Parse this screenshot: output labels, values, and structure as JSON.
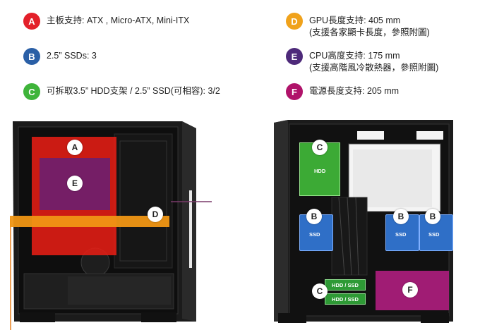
{
  "specs": [
    {
      "letter": "A",
      "color": "#e3202a",
      "lines": [
        "主板支持: ATX , Micro-ATX, Mini-ITX"
      ]
    },
    {
      "letter": "B",
      "color": "#2a5fa6",
      "lines": [
        "2.5” SSDs: 3"
      ]
    },
    {
      "letter": "C",
      "color": "#3fb43a",
      "lines": [
        "可拆取3.5” HDD支架 / 2.5” SSD(可相容): 3/2"
      ]
    },
    {
      "letter": "D",
      "color": "#f0a21b",
      "lines": [
        "GPU長度支持: 405 mm",
        "(支援各家顯卡長度，參照附圖)"
      ]
    },
    {
      "letter": "E",
      "color": "#4e2a7a",
      "lines": [
        "CPU高度支持: 175 mm",
        "(支援高階風冷散熱器，參照附圖)"
      ]
    },
    {
      "letter": "F",
      "color": "#b0136a",
      "lines": [
        "電源長度支持: 205 mm"
      ]
    }
  ],
  "left_case": {
    "labels": {
      "a": "A",
      "e": "E",
      "d": "D"
    }
  },
  "right_case": {
    "labels": {
      "c1": "C",
      "c2": "C",
      "b1": "B",
      "b2": "B",
      "b3": "B",
      "f": "F"
    },
    "hdd_label": "HDD",
    "ssd_label": "SSD",
    "bay_label": "HDD / SSD"
  }
}
